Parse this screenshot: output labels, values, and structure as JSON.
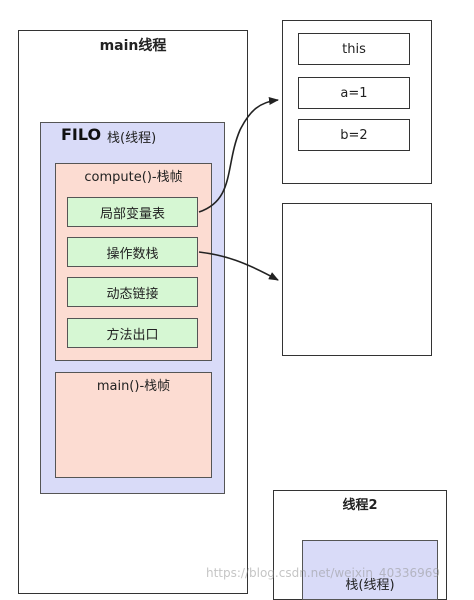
{
  "main_thread": {
    "title": "main线程",
    "stack": {
      "filo_label": "FILO",
      "stack_label": "栈(线程)",
      "frames": [
        {
          "label": "compute()-栈帧",
          "slots": [
            "局部变量表",
            "操作数栈",
            "动态链接",
            "方法出口"
          ]
        },
        {
          "label": "main()-栈帧"
        }
      ]
    }
  },
  "local_variable_table": {
    "cells": [
      "this",
      "a=1",
      "b=2"
    ]
  },
  "thread2": {
    "title": "线程2",
    "stack_label": "栈(线程)"
  },
  "watermark": "https://blog.csdn.net/weixin_40336969",
  "colors": {
    "stack_fill": "#d9dbf8",
    "frame_fill": "#fcdcd2",
    "slot_fill": "#d6f7d3",
    "border": "#333333"
  }
}
